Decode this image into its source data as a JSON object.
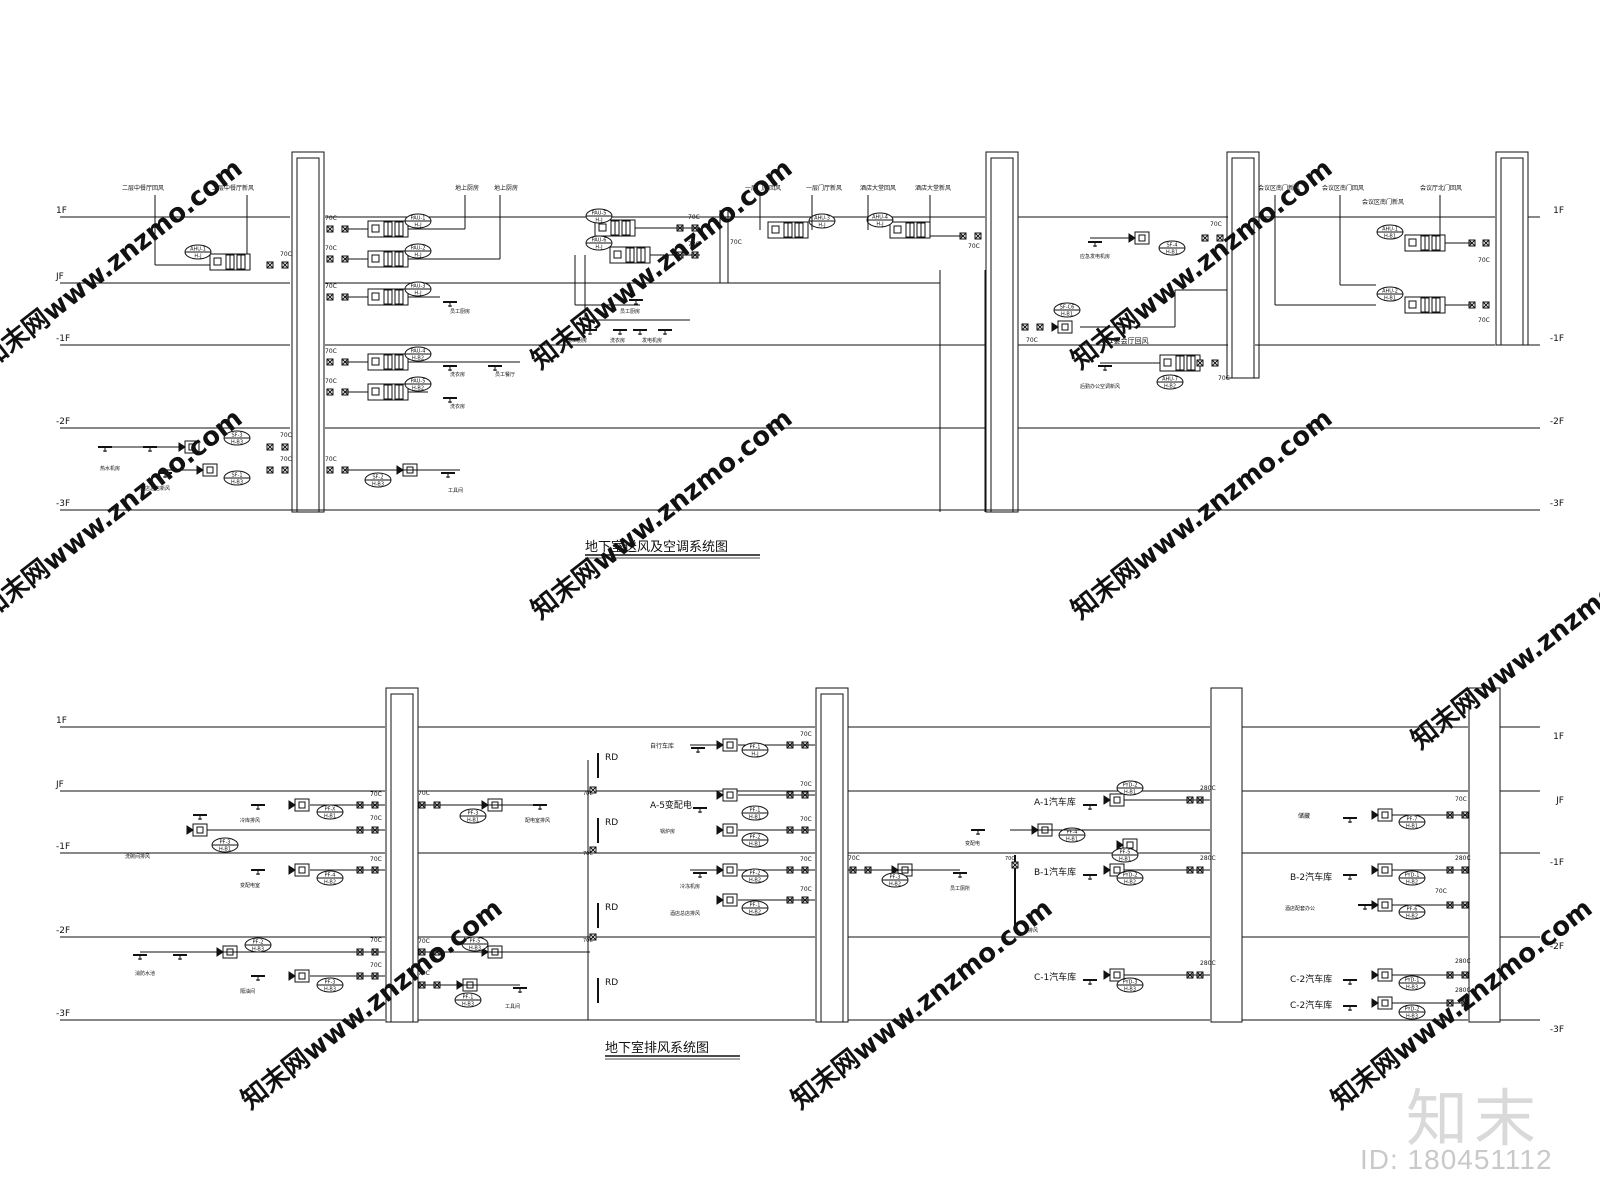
{
  "supply": {
    "title": "地下室送风及空调系统图",
    "floors": [
      "1F",
      "JF",
      "-1F",
      "-2F",
      "-3F"
    ],
    "floors_right": [
      "1F",
      "-1F",
      "-2F",
      "-3F"
    ],
    "label_70c": "70C",
    "units": [
      {
        "id": "AHU-1",
        "area": "H-J"
      },
      {
        "id": "PAU-1",
        "area": "H-J"
      },
      {
        "id": "PAU-2",
        "area": "H-J"
      },
      {
        "id": "PAU-3",
        "area": "H-J"
      },
      {
        "id": "PAU-4",
        "area": "H-B2"
      },
      {
        "id": "PAU-5",
        "area": "H-B2"
      },
      {
        "id": "PAU-5",
        "area": "H-J"
      },
      {
        "id": "PAU-6",
        "area": "H-J"
      },
      {
        "id": "AHU-3",
        "area": "H-J"
      },
      {
        "id": "AHU-4",
        "area": "H-J"
      },
      {
        "id": "SF-1",
        "area": "H-B3"
      },
      {
        "id": "SF-2",
        "area": "H-B3"
      },
      {
        "id": "SF-3",
        "area": "H-B3"
      },
      {
        "id": "SF-4",
        "area": "H-B1"
      },
      {
        "id": "SF-C6",
        "area": "H-B1"
      },
      {
        "id": "AHU-7",
        "area": "H-B2"
      },
      {
        "id": "AHU-1",
        "area": "H-B1"
      },
      {
        "id": "AHU-2",
        "area": "H-B1"
      }
    ],
    "rooms": [
      "二层中餐厅回风",
      "二层中餐厅新风",
      "地上厨房",
      "地上厨房",
      "员工厨房",
      "员工厨房",
      "员工厨房",
      "洗衣房",
      "洗衣房",
      "洗衣房",
      "发电机房",
      "员工餐厅",
      "员工更衣室",
      "一层门厅回风",
      "一层门厅新风",
      "酒店大堂回风",
      "酒店大堂新风",
      "康乐中心",
      "热水机房",
      "酒店总店新风",
      "工具间",
      "应急发电机房",
      "A-1宴会厅回风",
      "后勤办公空调新风",
      "会议区南门新风",
      "会议区南门回风",
      "会议厅北门回风"
    ]
  },
  "exhaust": {
    "title": "地下室排风系统图",
    "floors": [
      "1F",
      "JF",
      "-1F",
      "-2F",
      "-3F"
    ],
    "floors_right": [
      "1F",
      "JF",
      "-1F",
      "-2F",
      "-3F"
    ],
    "rd_label": "RD",
    "label_70c": "70C",
    "label_280c": "280C",
    "zones": [
      "A-5变配电",
      "A-1汽车库",
      "B-1汽车库",
      "C-1汽车库",
      "B-2汽车库",
      "C-2汽车库",
      "C-2汽车库"
    ],
    "units": [
      {
        "id": "PF-1",
        "area": "H-J"
      },
      {
        "id": "PF-X",
        "area": "H-B1"
      },
      {
        "id": "PF-3",
        "area": "H-B1"
      },
      {
        "id": "PF-4",
        "area": "H-B2"
      },
      {
        "id": "PF-2",
        "area": "H-B3"
      },
      {
        "id": "PF-3",
        "area": "H-B3"
      },
      {
        "id": "PF-5",
        "area": "H-B3"
      },
      {
        "id": "PF-1",
        "area": "H-B3"
      },
      {
        "id": "PF-1",
        "area": "H-B1"
      },
      {
        "id": "PF-2",
        "area": "H-B1"
      },
      {
        "id": "PF-2",
        "area": "H-B2"
      },
      {
        "id": "PF-1",
        "area": "H-B2"
      },
      {
        "id": "PF-3",
        "area": "H-B2"
      },
      {
        "id": "PYD-2",
        "area": "H-B1"
      },
      {
        "id": "PF-4",
        "area": "H-B1"
      },
      {
        "id": "PF-5",
        "area": "H-B1"
      },
      {
        "id": "PYD-2",
        "area": "H-B2"
      },
      {
        "id": "PYD-3",
        "area": "H-B3"
      },
      {
        "id": "PF-7",
        "area": "H-B1"
      },
      {
        "id": "PYD-1",
        "area": "H-B2"
      },
      {
        "id": "PF-6",
        "area": "H-B2"
      },
      {
        "id": "PYD-1",
        "area": "H-B3"
      },
      {
        "id": "PYD-2",
        "area": "H-B3"
      }
    ],
    "rooms": [
      "自行车库",
      "冷库排风",
      "洗碗间排风",
      "冷冻机房",
      "锅炉房",
      "变配电室",
      "冷冻机房",
      "酒店总店排风",
      "变配电室",
      "配电室排风",
      "污水泵房",
      "工具间",
      "隔油间",
      "变配电",
      "员工厕所",
      "消防水池",
      "排风",
      "酒店配套办公",
      "储藏"
    ]
  },
  "watermark": {
    "site": "www.znzmo.com",
    "brand": "知末网",
    "logo": "知末",
    "id": "ID: 180451112"
  }
}
